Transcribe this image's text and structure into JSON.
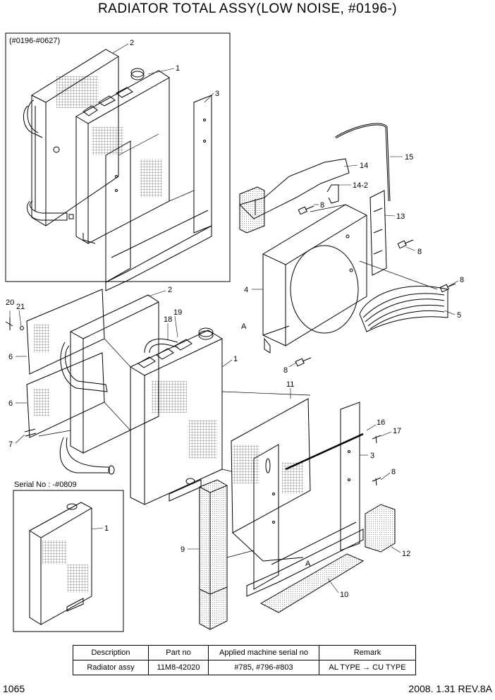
{
  "title": "RADIATOR TOTAL ASSY(LOW NOISE, #0196-)",
  "inset_top_label": "(#0196-#0627)",
  "inset_bottom_label": "Serial No : -#0809",
  "callouts": {
    "c1a": "1",
    "c2a": "2",
    "c3a": "3",
    "c15": "15",
    "c14": "14",
    "c14_2": "14-2",
    "c8a": "8",
    "c13": "13",
    "c8b": "8",
    "c8c": "8",
    "c4": "4",
    "c5": "5",
    "cA1": "A",
    "c8d": "8",
    "c20": "20",
    "c21": "21",
    "c2b": "2",
    "c19": "19",
    "c18": "18",
    "c6a": "6",
    "c6b": "6",
    "c7": "7",
    "c1b": "1",
    "c11": "11",
    "c16": "16",
    "c17": "17",
    "c3b": "3",
    "c8e": "8",
    "c12": "12",
    "c9": "9",
    "cA2": "A",
    "c10": "10",
    "c1c": "1"
  },
  "table": {
    "headers": [
      "Description",
      "Part no",
      "Applied machine serial no",
      "Remark"
    ],
    "rows": [
      [
        "Radiator assy",
        "11M8-42020",
        "#785, #796-#803",
        "AL TYPE → CU TYPE"
      ]
    ]
  },
  "page_number": "1065",
  "revision": "2008. 1.31  REV.8A"
}
